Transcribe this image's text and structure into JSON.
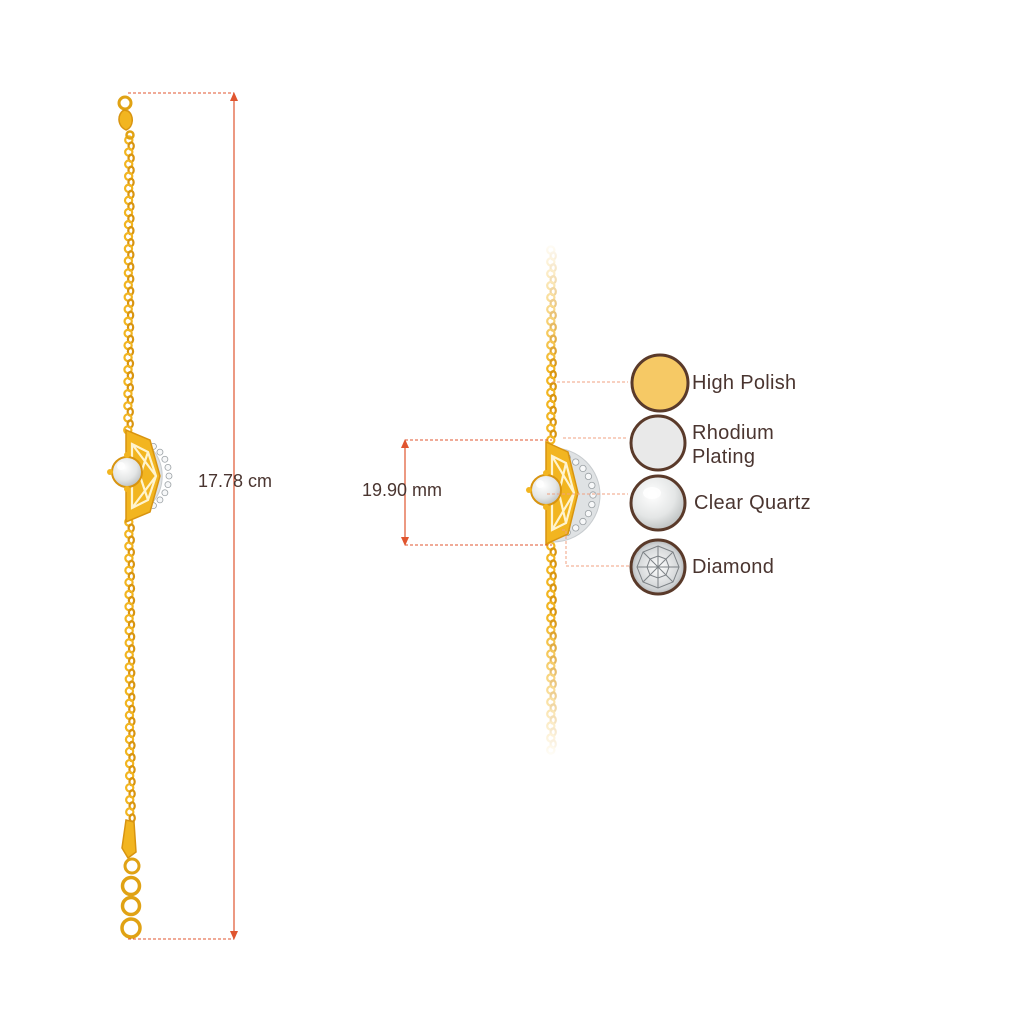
{
  "dimensions": {
    "length": "17.78 cm",
    "motif_height": "19.90 mm"
  },
  "legend": {
    "high_polish": "High Polish",
    "rhodium_line1": "Rhodium",
    "rhodium_line2": "Plating",
    "clear_quartz": "Clear Quartz",
    "diamond": "Diamond"
  },
  "colors": {
    "gold": "#f2b520",
    "gold_dark": "#d89410",
    "dimension_line": "#e0552f",
    "text": "#4a3530",
    "swatch_border": "#5a3a2a",
    "high_polish_swatch": "#f6c965",
    "rhodium_swatch": "#e9e9e9"
  }
}
